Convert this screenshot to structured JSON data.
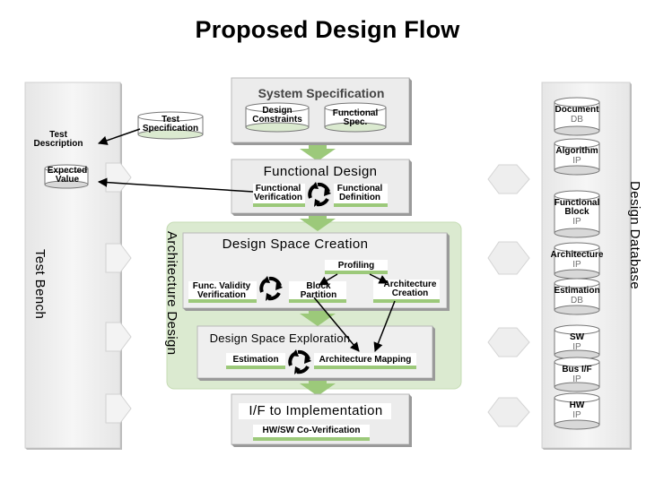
{
  "title": "Proposed Design Flow",
  "test_bench": {
    "label": "Test Bench",
    "items": [
      "Test Description",
      "Expected Value"
    ],
    "test_spec": "Test Specification"
  },
  "system_spec": {
    "title": "System Specification",
    "items": [
      "Design Constraints",
      "Functional Spec."
    ]
  },
  "functional_design": {
    "title": "Functional Design",
    "items": [
      "Functional Verification",
      "Functional Definition"
    ]
  },
  "architecture_design": {
    "label": "Architecture Design",
    "dsc": {
      "title": "Design Space Creation",
      "items": [
        "Profiling",
        "Func. Validity Verification",
        "Block Partition",
        "Architecture Creation"
      ]
    },
    "dse": {
      "title": "Design Space Exploration",
      "items": [
        "Estimation",
        "Architecture Mapping"
      ]
    }
  },
  "implementation": {
    "title": "I/F to Implementation",
    "item": "HW/SW Co-Verification"
  },
  "design_database": {
    "label": "Design Database",
    "items": [
      {
        "name": "Document",
        "type": "DB"
      },
      {
        "name": "Algorithm",
        "type": "IP"
      },
      {
        "name": "Functional Block",
        "type": "IP"
      },
      {
        "name": "Architecture",
        "type": "IP"
      },
      {
        "name": "Estimation",
        "type": "DB"
      },
      {
        "name": "SW",
        "type": "IP"
      },
      {
        "name": "Bus I/F",
        "type": "IP"
      },
      {
        "name": "HW",
        "type": "IP"
      }
    ]
  },
  "colors": {
    "green_light": "#dbead0",
    "green_band": "#b9d79f",
    "green_arrow": "#9cc97a",
    "panel": "#efefef",
    "panel_border": "#c8c8c8",
    "box_shadow": "#8a8a8a"
  }
}
